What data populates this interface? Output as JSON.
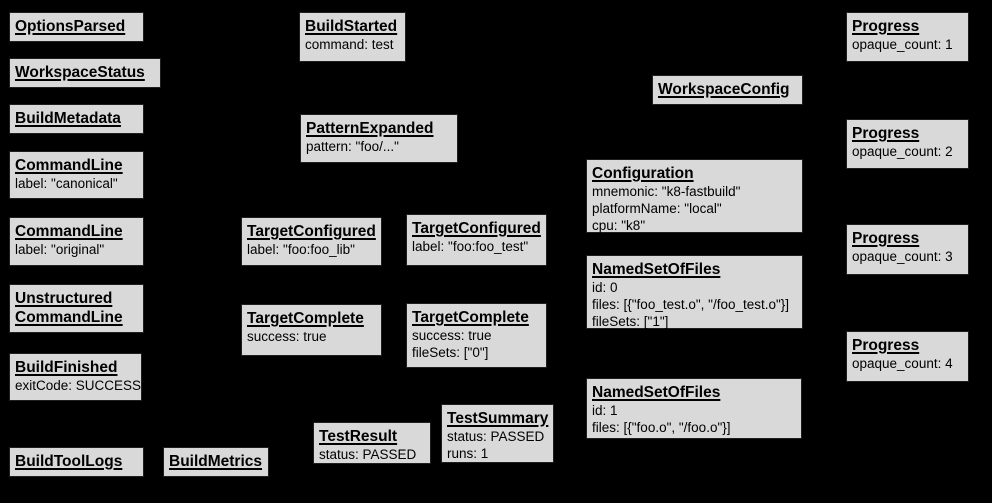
{
  "diagram": {
    "background_color": "#000000",
    "box_fill_color": "#d9d9d9",
    "box_border_color": "#1f1f1f",
    "text_color": "#000000"
  },
  "nodes": {
    "options_parsed": {
      "title": "OptionsParsed"
    },
    "workspace_status": {
      "title": "WorkspaceStatus"
    },
    "build_metadata": {
      "title": "BuildMetadata"
    },
    "command_line_canonical": {
      "title": "CommandLine",
      "line1": "label: \"canonical\""
    },
    "command_line_original": {
      "title": "CommandLine",
      "line1": "label: \"original\""
    },
    "unstructured_command_line": {
      "title": "Unstructured CommandLine"
    },
    "build_finished": {
      "title": "BuildFinished",
      "line1": "exitCode: SUCCESS"
    },
    "build_tool_logs": {
      "title": "BuildToolLogs"
    },
    "build_metrics": {
      "title": "BuildMetrics"
    },
    "build_started": {
      "title": "BuildStarted",
      "line1": "command: test"
    },
    "pattern_expanded": {
      "title": "PatternExpanded",
      "line1": "pattern: \"foo/...\""
    },
    "target_configured_lib": {
      "title": "TargetConfigured",
      "line1": "label: \"foo:foo_lib\""
    },
    "target_complete_lib": {
      "title": "TargetComplete",
      "line1": "success: true"
    },
    "test_result": {
      "title": "TestResult",
      "line1": "status: PASSED"
    },
    "target_configured_test": {
      "title": "TargetConfigured",
      "line1": "label: \"foo:foo_test\""
    },
    "target_complete_test": {
      "title": "TargetComplete",
      "line1": "success: true",
      "line2": "fileSets: [\"0\"]"
    },
    "test_summary": {
      "title": "TestSummary",
      "line1": "status: PASSED",
      "line2": "runs: 1"
    },
    "workspace_config": {
      "title": "WorkspaceConfig"
    },
    "configuration": {
      "title": "Configuration",
      "line1": "mnemonic: \"k8-fastbuild\"",
      "line2": "platformName: \"local\"",
      "line3": "cpu: \"k8\""
    },
    "named_set_of_files_0": {
      "title": "NamedSetOfFiles",
      "line1": "id: 0",
      "line2": "files: [{\"foo_test.o\", \"/foo_test.o\"}]",
      "line3": "fileSets: [\"1\"]"
    },
    "named_set_of_files_1": {
      "title": "NamedSetOfFiles",
      "line1": "id: 1",
      "line2": "files: [{\"foo.o\", \"/foo.o\"}]"
    },
    "progress_1": {
      "title": "Progress",
      "line1": "opaque_count: 1"
    },
    "progress_2": {
      "title": "Progress",
      "line1": "opaque_count: 2"
    },
    "progress_3": {
      "title": "Progress",
      "line1": "opaque_count: 3"
    },
    "progress_4": {
      "title": "Progress",
      "line1": "opaque_count: 4"
    }
  }
}
